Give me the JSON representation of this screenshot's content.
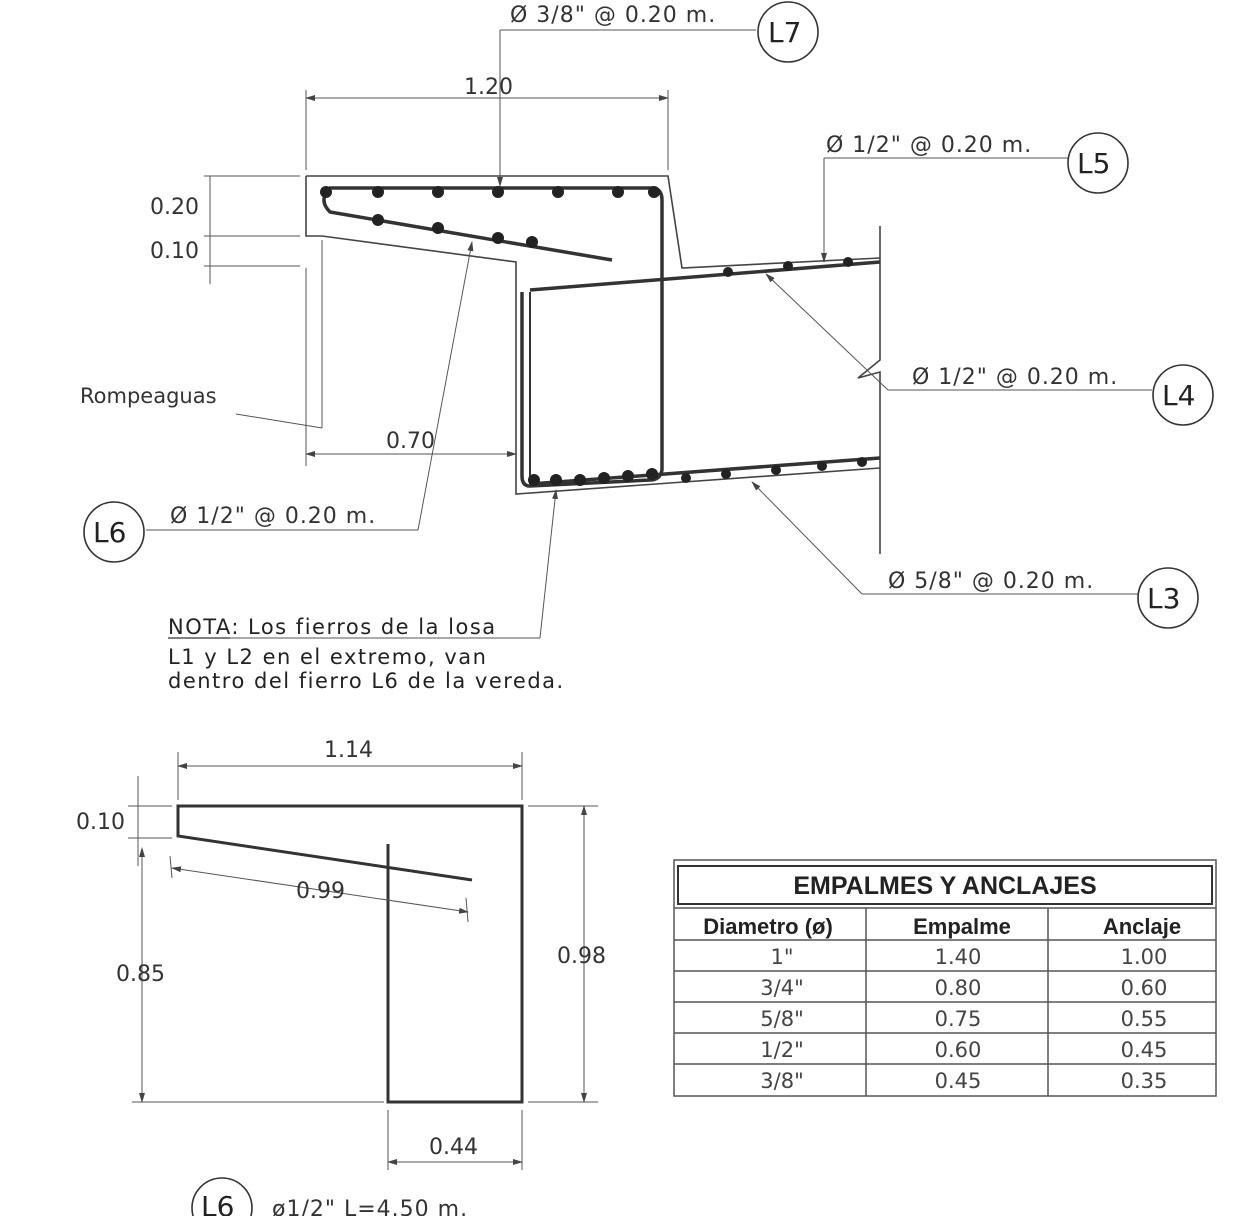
{
  "section": {
    "dims": {
      "width_top": "1.20",
      "top_thickness": "0.20",
      "drip_thickness": "0.10",
      "inner_width": "0.70"
    },
    "labels": {
      "rompeaguas": "Rompeaguas"
    },
    "callouts": [
      {
        "tag": "L7",
        "text": "Ø 3/8\" @ 0.20 m."
      },
      {
        "tag": "L5",
        "text": "Ø 1/2\" @ 0.20 m."
      },
      {
        "tag": "L4",
        "text": "Ø 1/2\" @ 0.20 m."
      },
      {
        "tag": "L6",
        "text": "Ø 1/2\" @ 0.20 m."
      },
      {
        "tag": "L3",
        "text": "Ø 5/8\" @ 0.20 m."
      }
    ],
    "note": {
      "line1_prefix": "NOTA:",
      "line1": "Los fierros de la losa",
      "line2": "L1 y L2 en el extremo, van",
      "line3": "dentro del fierro L6 de la vereda."
    }
  },
  "bar_detail": {
    "dims": {
      "top": "1.14",
      "left_top": "0.10",
      "slope": "0.99",
      "left_height": "0.85",
      "right_height": "0.98",
      "bottom": "0.44"
    },
    "tag": "L6",
    "spec": "ø1/2\" L=4.50 m."
  },
  "table": {
    "title": "EMPALMES Y ANCLAJES",
    "headers": [
      "Diametro (ø)",
      "Empalme",
      "Anclaje"
    ],
    "rows": [
      [
        "1\"",
        "1.40",
        "1.00"
      ],
      [
        "3/4\"",
        "0.80",
        "0.60"
      ],
      [
        "5/8\"",
        "0.75",
        "0.55"
      ],
      [
        "1/2\"",
        "0.60",
        "0.45"
      ],
      [
        "3/8\"",
        "0.45",
        "0.35"
      ]
    ]
  }
}
